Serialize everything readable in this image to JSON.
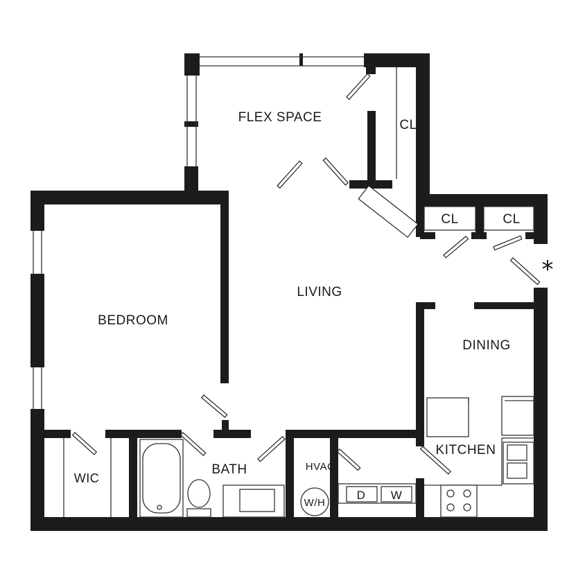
{
  "rooms": {
    "flex_space": "FLEX SPACE",
    "cl_top": "CL",
    "cl_mid_left": "CL",
    "cl_mid_right": "CL",
    "living": "LIVING",
    "bedroom": "BEDROOM",
    "dining": "DINING",
    "kitchen": "KITCHEN",
    "wic": "WIC",
    "bath": "BATH",
    "hvac": "HVAC"
  },
  "appliances": {
    "water_heater": "W/H",
    "dryer": "D",
    "washer": "W"
  },
  "markers": {
    "entry": "*"
  }
}
